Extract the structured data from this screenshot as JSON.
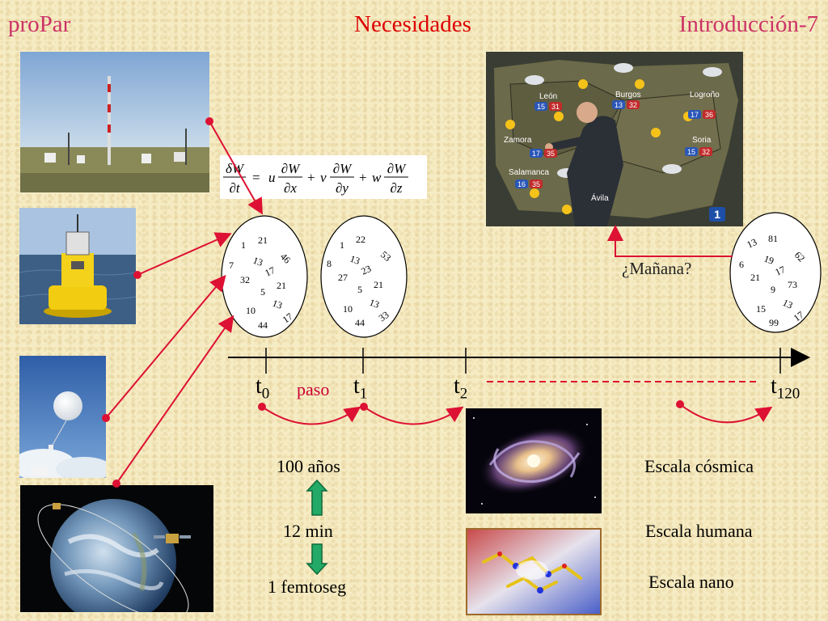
{
  "header": {
    "left": "proPar",
    "center": "Necesidades",
    "right": "Introducción-7"
  },
  "equation": {
    "lhs_top": "δW",
    "lhs_bottom": "∂t",
    "terms": [
      {
        "coef": "u",
        "top": "∂W",
        "bottom": "∂x"
      },
      {
        "coef": "v",
        "top": "∂W",
        "bottom": "∂y"
      },
      {
        "coef": "w",
        "top": "∂W",
        "bottom": "∂z"
      }
    ]
  },
  "timeline": {
    "labels": [
      {
        "base": "t",
        "sub": "0"
      },
      {
        "base": "t",
        "sub": "1"
      },
      {
        "base": "t",
        "sub": "2"
      },
      {
        "base": "t",
        "sub": "120"
      }
    ],
    "step_label": "paso",
    "question": "¿Mañana?"
  },
  "bubbles": [
    {
      "numbers": [
        "1",
        "21",
        "7",
        "13",
        "46",
        "32",
        "17",
        "5",
        "21",
        "10",
        "13",
        "44",
        "17"
      ]
    },
    {
      "numbers": [
        "1",
        "22",
        "8",
        "13",
        "53",
        "27",
        "23",
        "5",
        "21",
        "10",
        "13",
        "44",
        "33"
      ]
    },
    {
      "numbers": [
        "13",
        "81",
        "6",
        "19",
        "62",
        "21",
        "17",
        "9",
        "73",
        "15",
        "13",
        "99",
        "17"
      ]
    }
  ],
  "times": {
    "top": "100 años",
    "middle": "12 min",
    "bottom": "1 femtoseg"
  },
  "scales": {
    "cosmic": "Escala cósmica",
    "human": "Escala humana",
    "nano": "Escala nano"
  },
  "weather_map": {
    "cities": [
      "León",
      "Burgos",
      "Logroño",
      "Zamora",
      "Soria",
      "Salamanca",
      "Ávila"
    ],
    "channel_badge": "1",
    "temps": [
      "15",
      "31",
      "13",
      "32",
      "17",
      "36",
      "17",
      "35",
      "15",
      "32",
      "16",
      "35"
    ]
  },
  "colors": {
    "header_side": "#cc3366",
    "header_center": "#dd0000",
    "arrow": "#dd1133",
    "green_arrow": "#22aa66"
  }
}
